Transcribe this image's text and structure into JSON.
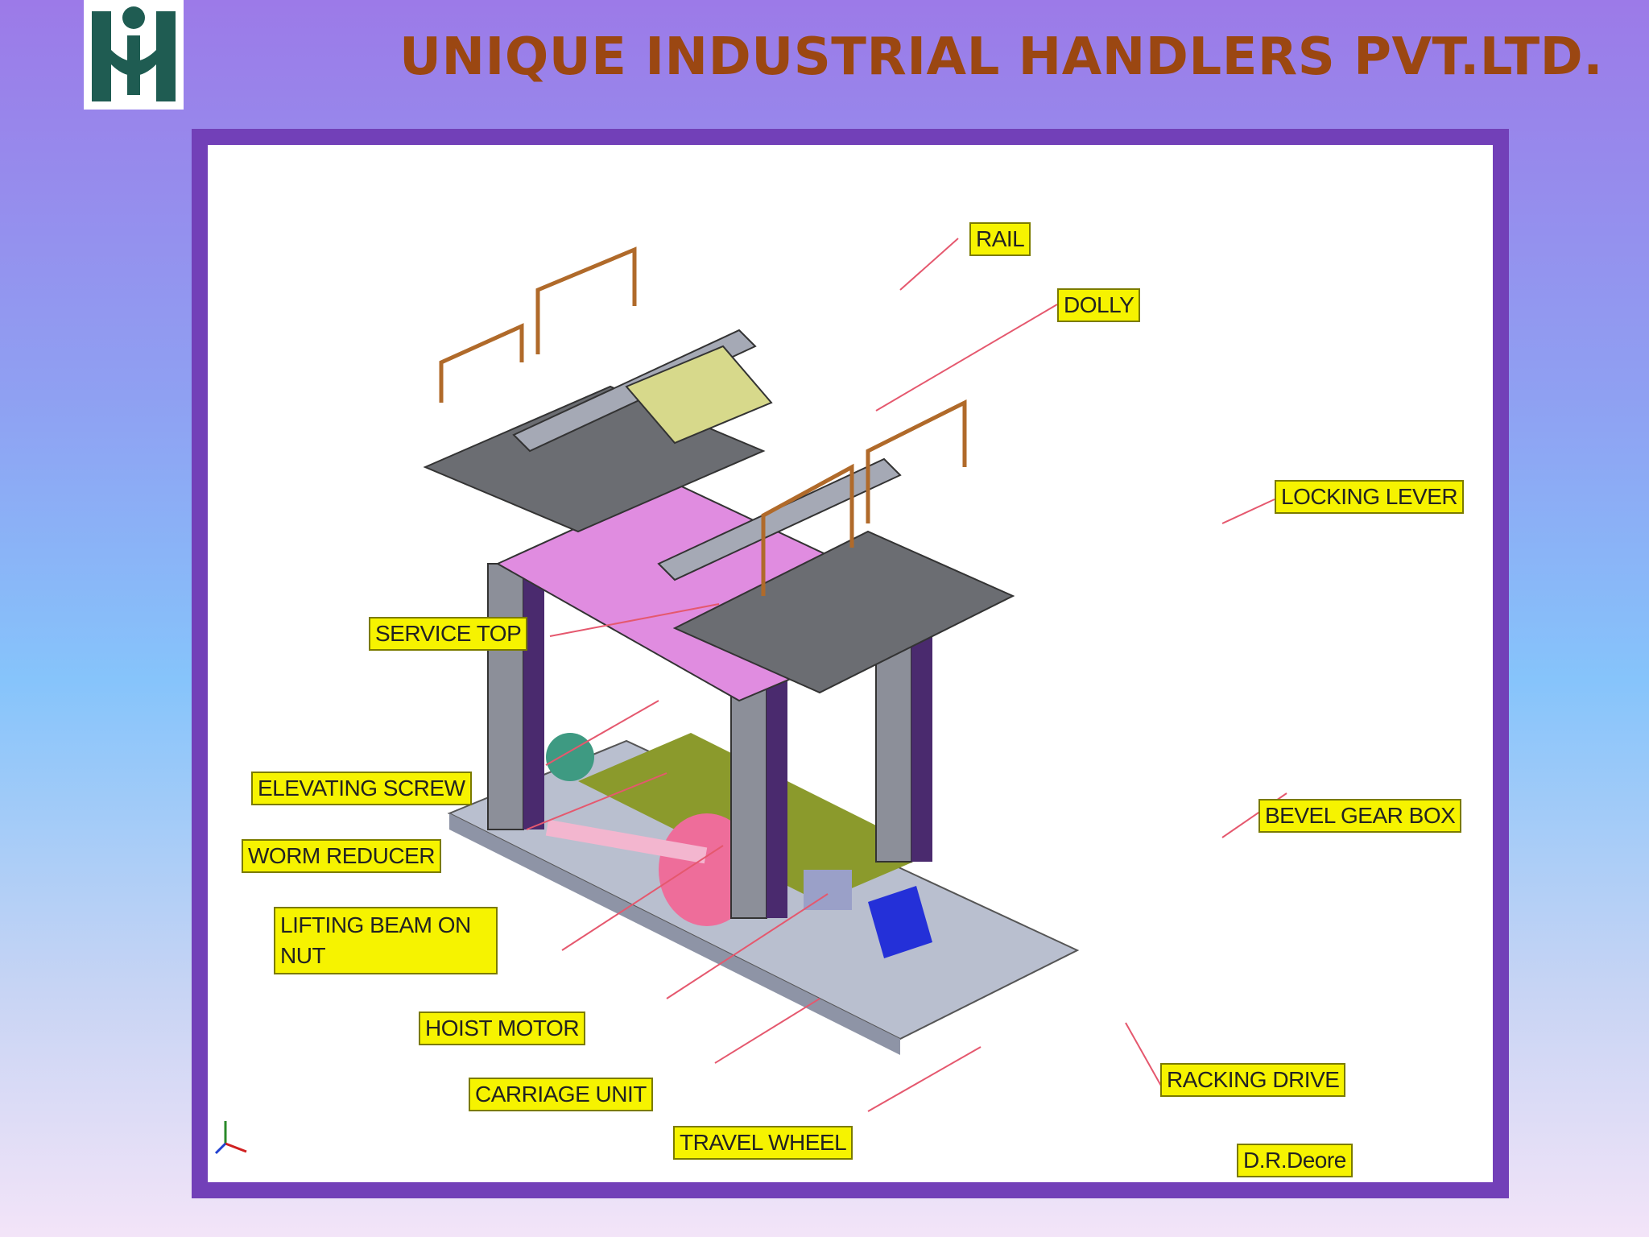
{
  "header": {
    "company_title": "UNIQUE INDUSTRIAL HANDLERS PVT.LTD."
  },
  "colors": {
    "title": "#9b4712",
    "frame_border": "#7240b8",
    "label_fill": "#f6f300",
    "leader_line": "#e5586e",
    "logo": "#1f5c52"
  },
  "logo": {
    "icon": "uih-logo-icon"
  },
  "diagram": {
    "labels": {
      "rail": "RAIL",
      "dolly": "DOLLY",
      "locking_lever": "LOCKING LEVER",
      "service_top": "SERVICE TOP",
      "elevating_screw": "ELEVATING SCREW",
      "worm_reducer": "WORM REDUCER",
      "lifting_beam": "LIFTING BEAM ON NUT",
      "bevel_gear_box": "BEVEL GEAR BOX",
      "hoist_motor": "HOIST MOTOR",
      "carriage_unit": "CARRIAGE UNIT",
      "travel_wheel": "TRAVEL WHEEL",
      "racking_drive": "RACKING DRIVE",
      "author": "D.R.Deore"
    }
  }
}
